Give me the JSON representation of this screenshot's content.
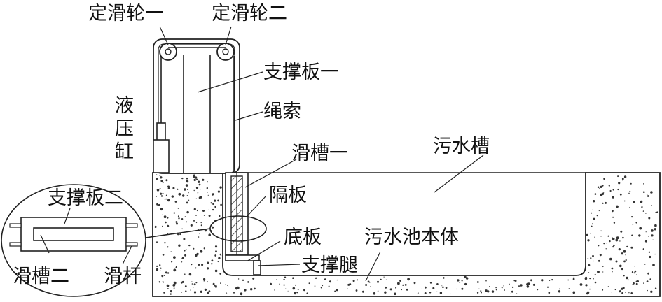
{
  "labels": {
    "fixed_pulley_1": "定滑轮一",
    "fixed_pulley_2": "定滑轮二",
    "support_plate_1": "支撑板一",
    "rope": "绳索",
    "hydraulic_cylinder": [
      "液",
      "压",
      "缸"
    ],
    "slide_groove_1": "滑槽一",
    "sewage_trough": "污水槽",
    "partition": "隔板",
    "support_plate_2": "支撑板二",
    "bottom_plate": "底板",
    "sewage_tank_body": "污水池本体",
    "support_leg": "支撑腿",
    "slide_groove_2": "滑槽二",
    "slide_rod": "滑杆"
  }
}
